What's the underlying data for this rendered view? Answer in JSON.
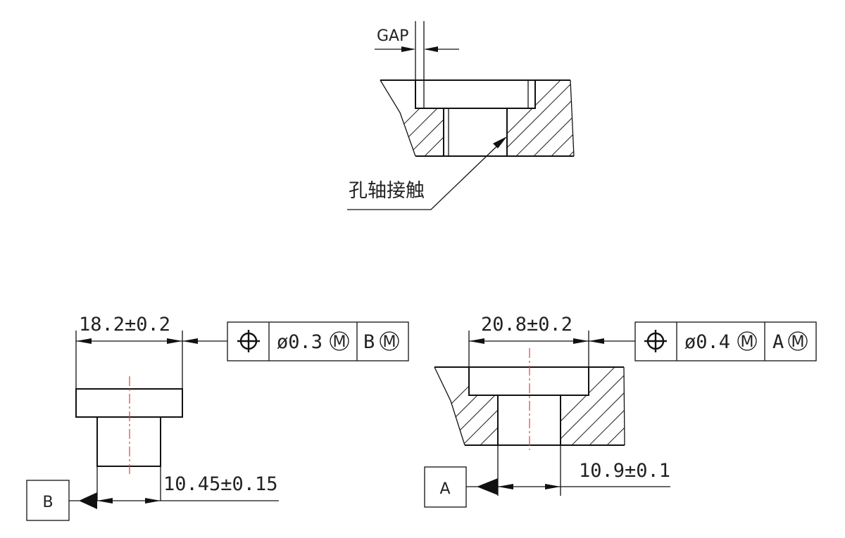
{
  "top_section": {
    "gap_label": "GAP",
    "contact_label": "孔轴接触"
  },
  "shaft_part": {
    "width_dim": "18.2±0.2",
    "shank_dim": "10.45±0.15",
    "datum_label": "B",
    "fcf": {
      "symbol": "position",
      "tolerance": "ø0.3",
      "tolerance_modifier": "M",
      "datum": "B",
      "datum_modifier": "M"
    }
  },
  "hole_part": {
    "width_dim": "20.8±0.2",
    "hole_dim": "10.9±0.1",
    "datum_label": "A",
    "fcf": {
      "symbol": "position",
      "tolerance": "ø0.4",
      "tolerance_modifier": "M",
      "datum": "A",
      "datum_modifier": "M"
    }
  }
}
